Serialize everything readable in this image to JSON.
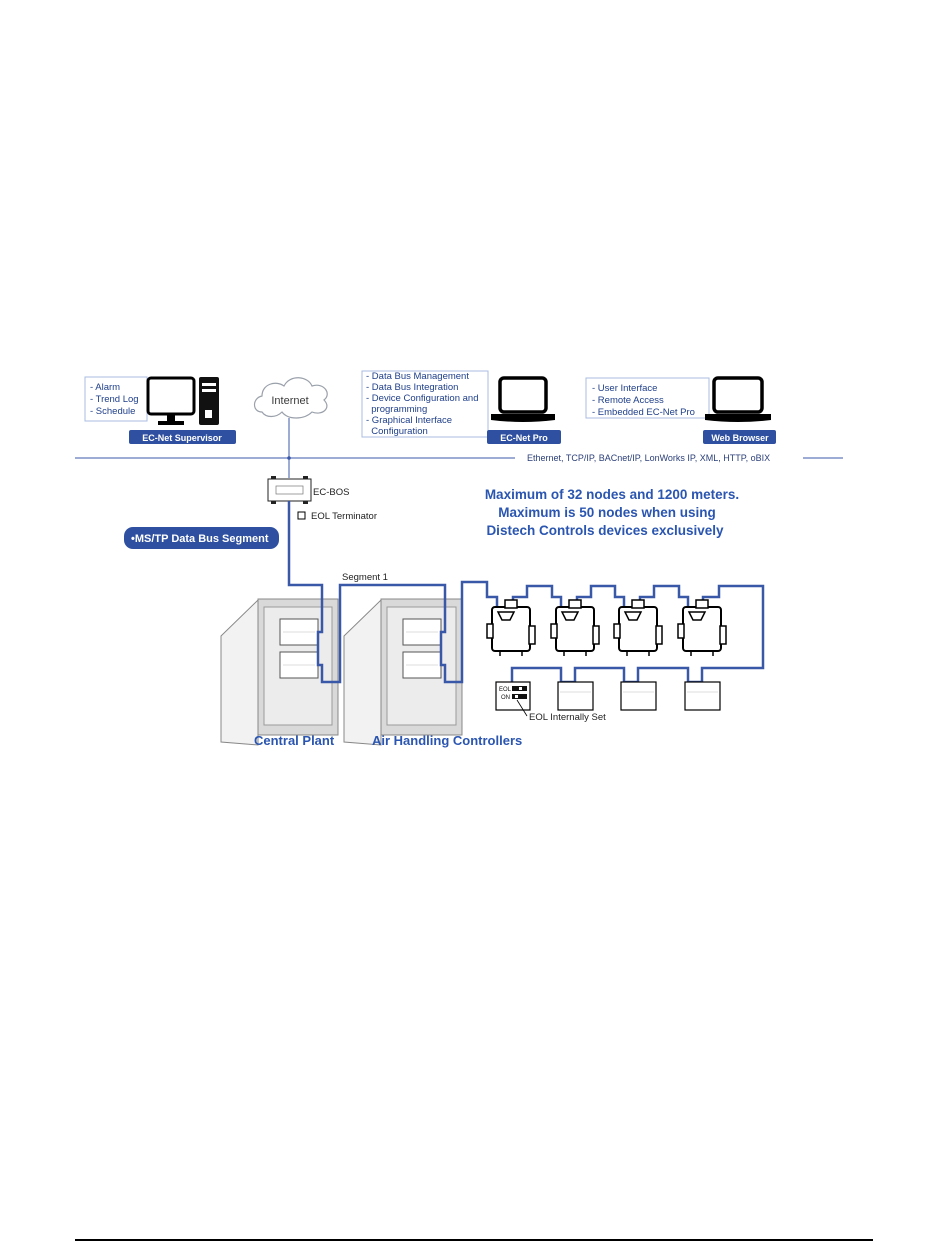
{
  "supervisor": {
    "features": [
      "- Alarm",
      "- Trend Log",
      "- Schedule"
    ],
    "badge": "EC-Net  Supervisor"
  },
  "internet_label": "Internet",
  "pro": {
    "features": [
      "- Data Bus Management",
      "- Data Bus Integration",
      "- Device Configuration and",
      "  programming",
      "- Graphical Interface",
      "  Configuration"
    ],
    "badge": "EC-Net  Pro"
  },
  "browser": {
    "features": [
      "- User Interface",
      "- Remote Access",
      "- Embedded EC-Net  Pro"
    ],
    "badge": "Web Browser"
  },
  "network_line_label": "Ethernet, TCP/IP, BACnet/IP, LonWorks IP, XML, HTTP, oBIX",
  "ec_bos_label": "EC-BOS",
  "eol_terminator_label": "EOL Terminator",
  "segment_badge": "•MS/TP Data Bus Segment",
  "segment_1_label": "Segment 1",
  "max_info": [
    "Maximum of 32 nodes and 1200 meters.",
    "Maximum is 50 nodes when using",
    "Distech Controls devices exclusively"
  ],
  "eol_switch": {
    "top": "EOL",
    "bottom": "ON"
  },
  "eol_internally_set_label": "EOL Internally Set",
  "central_plant_label": "Central Plant",
  "air_handling_label": "Air Handling Controllers",
  "colors": {
    "bus": "#3a58a8",
    "badge": "#2f50a0",
    "text": "#2a55b0"
  }
}
